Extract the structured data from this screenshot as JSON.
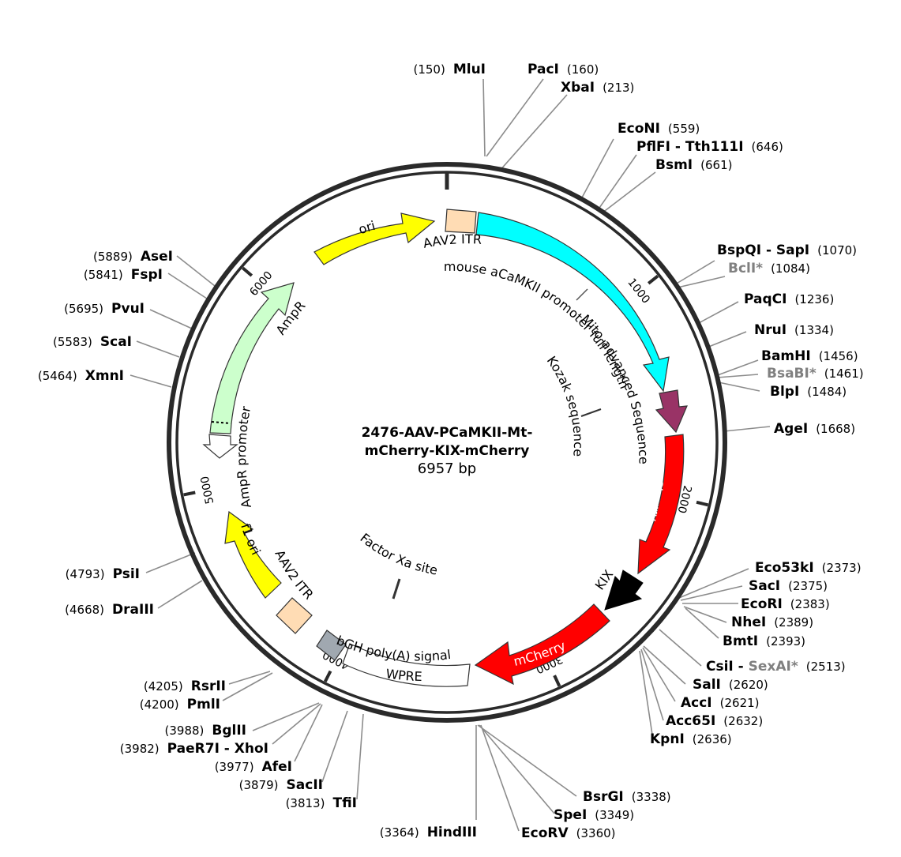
{
  "plasmid": {
    "name_line1": "2476-AAV-PCaMKII-Mt-",
    "name_line2": "mCherry-KIX-mCherry",
    "size_label": "6957 bp",
    "total_bp": 6957
  },
  "ticks": [
    {
      "label": "1000",
      "bp": 1000
    },
    {
      "label": "2000",
      "bp": 2000
    },
    {
      "label": "3000",
      "bp": 3000
    },
    {
      "label": "4000",
      "bp": 4000
    },
    {
      "label": "5000",
      "bp": 5000
    },
    {
      "label": "6000",
      "bp": 6000
    }
  ],
  "features": [
    {
      "id": "ori",
      "label": "ori",
      "color": "#ffff00"
    },
    {
      "id": "aav2-itr-1",
      "label": "AAV2 ITR",
      "color": "#ffdcb4"
    },
    {
      "id": "camkii-promoter",
      "label": "mouse aCaMKII promoter full length",
      "color": "#00ffff"
    },
    {
      "id": "mito-seq",
      "label": "Mito-advanced Sequence",
      "color": "#993366"
    },
    {
      "id": "kozak",
      "label": "Kozak sequence",
      "color": "#000000"
    },
    {
      "id": "mcherry-1",
      "label": "mCherry",
      "color": "#ff0000"
    },
    {
      "id": "kix",
      "label": "KIX",
      "color": "#000000"
    },
    {
      "id": "mcherry-2",
      "label": "mCherry",
      "color": "#ff0000"
    },
    {
      "id": "factor-xa",
      "label": "Factor Xa site",
      "color": "#000000"
    },
    {
      "id": "wpre",
      "label": "WPRE",
      "color": "#ffffff"
    },
    {
      "id": "bgh-polya",
      "label": "bGH poly(A) signal",
      "color": "#a0a8b0"
    },
    {
      "id": "aav2-itr-2",
      "label": "AAV2 ITR",
      "color": "#ffdcb4"
    },
    {
      "id": "f1-ori",
      "label": "f1 ori",
      "color": "#ffff00"
    },
    {
      "id": "ampr-promoter",
      "label": "AmpR promoter",
      "color": "#ffffff"
    },
    {
      "id": "ampr",
      "label": "AmpR",
      "color": "#ccffcc"
    }
  ],
  "sites": [
    {
      "name": "MluI",
      "pos": "(150)"
    },
    {
      "name": "PacI",
      "pos": "(160)"
    },
    {
      "name": "XbaI",
      "pos": "(213)"
    },
    {
      "name": "EcoNI",
      "pos": "(559)"
    },
    {
      "name": "PflFI - Tth111I",
      "pos": "(646)"
    },
    {
      "name": "BsmI",
      "pos": "(661)"
    },
    {
      "name": "BspQI - SapI",
      "pos": "(1070)"
    },
    {
      "name": "BclI*",
      "pos": "(1084)"
    },
    {
      "name": "PaqCI",
      "pos": "(1236)"
    },
    {
      "name": "NruI",
      "pos": "(1334)"
    },
    {
      "name": "BamHI",
      "pos": "(1456)"
    },
    {
      "name": "BsaBI*",
      "pos": "(1461)"
    },
    {
      "name": "BlpI",
      "pos": "(1484)"
    },
    {
      "name": "AgeI",
      "pos": "(1668)"
    },
    {
      "name": "Eco53kI",
      "pos": "(2373)"
    },
    {
      "name": "SacI",
      "pos": "(2375)"
    },
    {
      "name": "EcoRI",
      "pos": "(2383)"
    },
    {
      "name": "NheI",
      "pos": "(2389)"
    },
    {
      "name": "BmtI",
      "pos": "(2393)"
    },
    {
      "name": "CsiI",
      "sep": " - ",
      "name2": "SexAI*",
      "pos": "(2513)"
    },
    {
      "name": "SalI",
      "pos": "(2620)"
    },
    {
      "name": "AccI",
      "pos": "(2621)"
    },
    {
      "name": "Acc65I",
      "pos": "(2632)"
    },
    {
      "name": "KpnI",
      "pos": "(2636)"
    },
    {
      "name": "BsrGI",
      "pos": "(3338)"
    },
    {
      "name": "SpeI",
      "pos": "(3349)"
    },
    {
      "name": "EcoRV",
      "pos": "(3360)"
    },
    {
      "name": "HindIII",
      "pos": "(3364)"
    },
    {
      "name": "TfiI",
      "pos": "(3813)"
    },
    {
      "name": "SacII",
      "pos": "(3879)"
    },
    {
      "name": "AfeI",
      "pos": "(3977)"
    },
    {
      "name": "PaeR7I - XhoI",
      "pos": "(3982)"
    },
    {
      "name": "BglII",
      "pos": "(3988)"
    },
    {
      "name": "PmlI",
      "pos": "(4200)"
    },
    {
      "name": "RsrII",
      "pos": "(4205)"
    },
    {
      "name": "DraIII",
      "pos": "(4668)"
    },
    {
      "name": "PsiI",
      "pos": "(4793)"
    },
    {
      "name": "XmnI",
      "pos": "(5464)"
    },
    {
      "name": "ScaI",
      "pos": "(5583)"
    },
    {
      "name": "PvuI",
      "pos": "(5695)"
    },
    {
      "name": "FspI",
      "pos": "(5841)"
    },
    {
      "name": "AseI",
      "pos": "(5889)"
    }
  ]
}
